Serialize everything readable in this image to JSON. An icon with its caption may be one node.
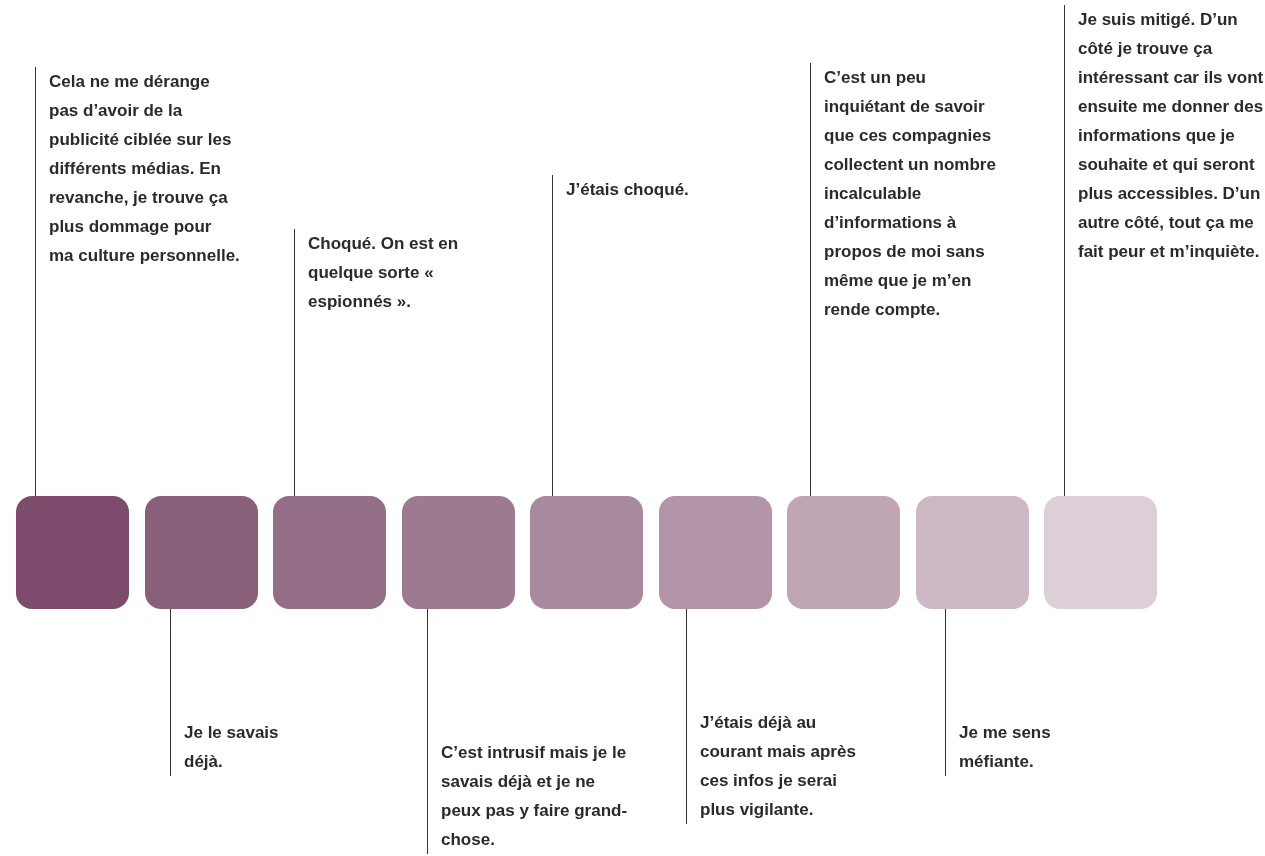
{
  "diagram": {
    "nodes": [
      {
        "text": [],
        "shape": "box"
      },
      {
        "text": [],
        "shape": "box"
      },
      {
        "text": [],
        "shape": "box"
      },
      {
        "text": [],
        "shape": "box"
      },
      {
        "text": [],
        "shape": "box"
      },
      {
        "text": [],
        "shape": "box"
      },
      {
        "text": [],
        "shape": "box"
      },
      {
        "text": [],
        "shape": "box"
      },
      {
        "text": [],
        "shape": "box"
      },
      {
        "text": [
          "Cela ne me dérange pas d’avoir de la publicité ciblée sur les différents médias. En revanche, je trouve ça plus dommage pour ma culture personnelle."
        ]
      },
      {
        "text": [
          "Je le savais déjà."
        ]
      },
      {
        "text": [
          "Choqué. On est en quelque sorte « espionnés »."
        ]
      },
      {
        "text": [
          "C’est intrusif mais je le savais déjà et je ne peux pas y faire grand-chose."
        ]
      },
      {
        "text": [
          "J’étais choqué."
        ]
      },
      {
        "text": [
          "J’étais déjà au courant mais après ces infos je serai plus vigilante."
        ]
      },
      {
        "text": [
          "C’est un peu inquiétant de savoir que ces compagnies collectent un nombre incalculable d’informations à propos de moi sans même que je m’en rende compte."
        ]
      },
      {
        "text": [
          "Je me sens méfiante."
        ]
      },
      {
        "text": [
          "Je suis mitigé. D’un côté je trouve ça intéressant car ils vont ensuite me donner des informations que je souhaite et qui seront plus accessibles. D’un autre côté, tout ça me fait peur et m’inquiète."
        ]
      }
    ],
    "edges": [
      {
        "from": 9,
        "to": 0,
        "arrow": "none"
      },
      {
        "from": 10,
        "to": 1,
        "arrow": "none"
      },
      {
        "from": 11,
        "to": 2,
        "arrow": "none"
      },
      {
        "from": 12,
        "to": 3,
        "arrow": "none"
      },
      {
        "from": 13,
        "to": 4,
        "arrow": "none"
      },
      {
        "from": 14,
        "to": 5,
        "arrow": "none"
      },
      {
        "from": 15,
        "to": 6,
        "arrow": "none"
      },
      {
        "from": 16,
        "to": 7,
        "arrow": "none"
      },
      {
        "from": 17,
        "to": 8,
        "arrow": "none"
      }
    ]
  }
}
